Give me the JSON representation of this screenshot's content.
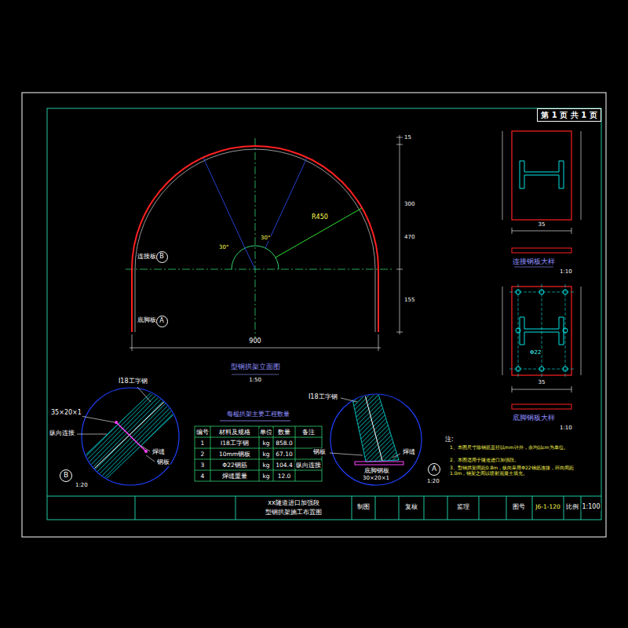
{
  "diagram": {
    "nodes": [
      {
        "text": [
          "第 1 页 共 1 页"
        ]
      },
      {
        "text": [
          "B"
        ]
      },
      {
        "text": [
          "A"
        ]
      },
      {
        "text": [
          "B"
        ]
      },
      {
        "text": [
          "A"
        ]
      }
    ],
    "labels": [
      "连接板",
      "底脚板",
      "R450",
      "30°",
      "30°",
      "15",
      "300",
      "470",
      "155",
      "900",
      "型钢拱架立面图",
      "1:50",
      "35",
      "连接钢板大样",
      "1:10",
      "Φ22",
      "35",
      "底脚钢板大样",
      "1:10",
      "I18工字钢",
      "纵向连接",
      "35×20×1",
      "焊缝",
      "钢板",
      "1:20",
      "每榀拱架主要工程数量",
      "编号",
      "材料及规格",
      "单位",
      "数量",
      "备注",
      "1",
      "I18工字钢",
      "kg",
      "858.0",
      "2",
      "10mm钢板",
      "kg",
      "67.10",
      "3",
      "Φ22钢筋",
      "kg",
      "104.4",
      "纵向连接",
      "4",
      "焊缝重量",
      "kg",
      "12.0",
      "I18工字钢",
      "钢板",
      "焊缝",
      "底脚钢板",
      "30×20×1",
      "1:20",
      "注:",
      "1、本图尺寸除钢筋直径以mm计外，余均以cm为单位。",
      "2、本图适用于隧道进口加强段。",
      "3、型钢拱架间距0.8m，纵向采用Φ22钢筋连接，环向间距1.0m，钢架之间以喷射混凝土填充。",
      "xx隧道进口加强段",
      "型钢拱架施工布置图",
      "制图",
      "复核",
      "监理",
      "图号",
      "J6-1-120",
      "比例",
      "1:100"
    ]
  }
}
